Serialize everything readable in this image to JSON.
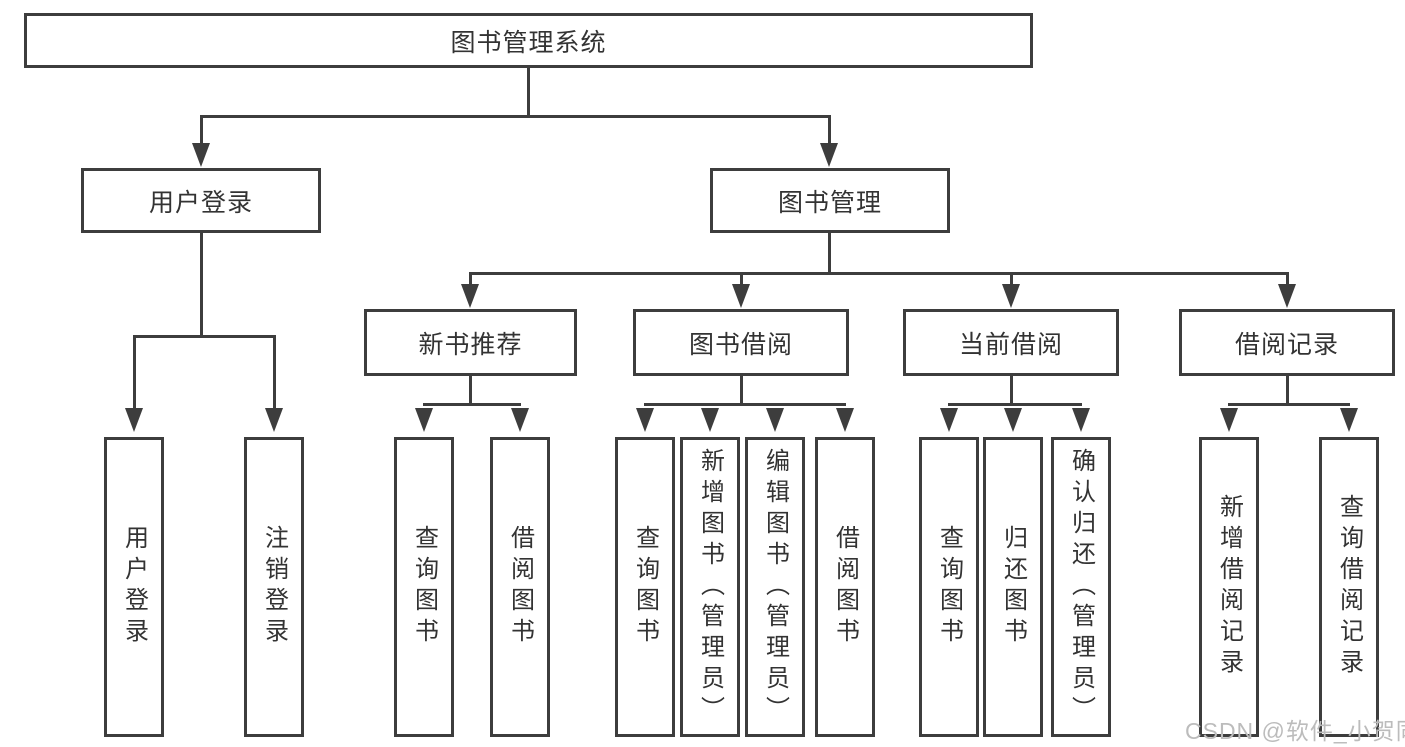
{
  "diagram": {
    "title_node": {
      "label": "图书管理系统"
    },
    "level2": [
      {
        "label": "用户登录"
      },
      {
        "label": "图书管理"
      }
    ],
    "level3": [
      {
        "label": "新书推荐",
        "parent": "图书管理"
      },
      {
        "label": "图书借阅",
        "parent": "图书管理"
      },
      {
        "label": "当前借阅",
        "parent": "图书管理"
      },
      {
        "label": "借阅记录",
        "parent": "图书管理"
      }
    ],
    "leaves": [
      {
        "label": "用户登录",
        "parent": "用户登录"
      },
      {
        "label": "注销登录",
        "parent": "用户登录"
      },
      {
        "label": "查询图书",
        "parent": "新书推荐"
      },
      {
        "label": "借阅图书",
        "parent": "新书推荐"
      },
      {
        "label": "查询图书",
        "parent": "图书借阅"
      },
      {
        "label": "新增图书（管理员）",
        "parent": "图书借阅"
      },
      {
        "label": "编辑图书（管理员）",
        "parent": "图书借阅"
      },
      {
        "label": "借阅图书",
        "parent": "图书借阅"
      },
      {
        "label": "查询图书",
        "parent": "当前借阅"
      },
      {
        "label": "归还图书",
        "parent": "当前借阅"
      },
      {
        "label": "确认归还（管理员）",
        "parent": "当前借阅"
      },
      {
        "label": "新增借阅记录",
        "parent": "借阅记录"
      },
      {
        "label": "查询借阅记录",
        "parent": "借阅记录"
      }
    ],
    "colors": {
      "line": "#3d3d3d",
      "box_border": "#3d3d3d",
      "box_background": "#ffffff",
      "text": "#333333",
      "watermark": "#bcbcbc",
      "page_background": "#ffffff"
    }
  },
  "watermark": {
    "text": "CSDN @软件_小贺同学"
  }
}
